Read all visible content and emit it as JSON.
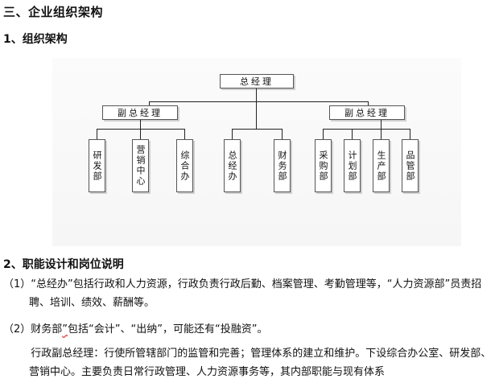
{
  "section_title": "三、企业组织架构",
  "subsection_1": "1、组织架构",
  "org_chart": {
    "root": "总经理",
    "vp_left": "副总经理",
    "vp_right": "副总经理",
    "dept_left": [
      "研发部",
      "营销中心",
      "综合办"
    ],
    "dept_center": [
      "总经办",
      "财务部"
    ],
    "dept_right": [
      "采购部",
      "计划部",
      "生产部",
      "品管部"
    ]
  },
  "subsection_2": "2、职能设计和岗位说明",
  "paragraphs": {
    "p1": "（1）“总经办”包括行政和人力资源，行政负责行政后勤、档案管理、考勤管理等，“人力资源部”员责招聘、培训、绩效、薪酬等。",
    "p2_a": "（2）财务部",
    "p2_squiggle": "”",
    "p2_b": "包括“会计”、“出纳”，可能还有“投融资”。",
    "p3": "（3）行政副总经理：行使所管辖部门的监管和完善；管理体系的建立和维护。下设综合办公室、研发部、营销中心。主要负责日常行政管理、人力资源事务等，其内部职能与现有体系"
  }
}
